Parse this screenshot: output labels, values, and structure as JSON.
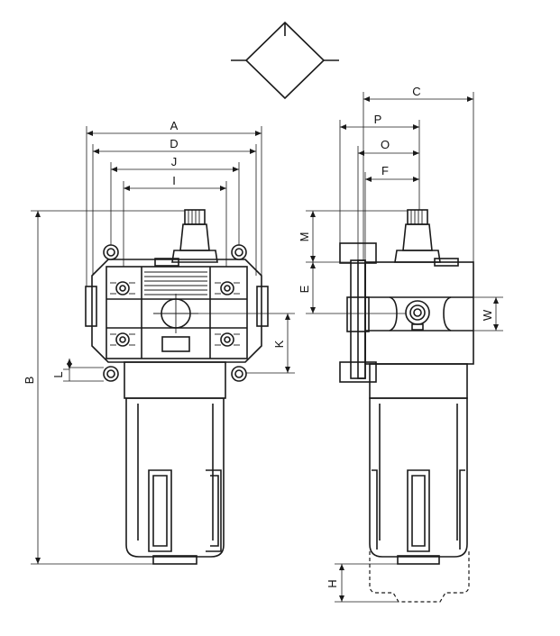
{
  "dimension_labels": {
    "A": "A",
    "B": "B",
    "C": "C",
    "D": "D",
    "E": "E",
    "F": "F",
    "H": "H",
    "I": "I",
    "J": "J",
    "K": "K",
    "L": "L",
    "M": "M",
    "O": "O",
    "P": "P",
    "W": "W"
  },
  "colors": {
    "line": "#1a1a1a",
    "background": "#ffffff"
  }
}
